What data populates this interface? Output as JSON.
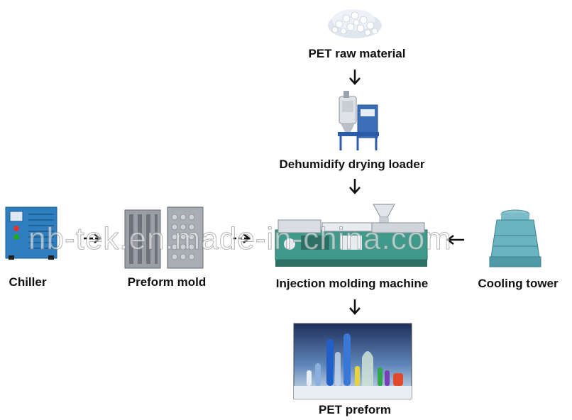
{
  "nodes": {
    "raw_material": {
      "label": "PET raw material"
    },
    "dryer": {
      "label": "Dehumidify drying loader"
    },
    "injection": {
      "label": "Injection molding machine"
    },
    "chiller": {
      "label": "Chiller"
    },
    "mold": {
      "label": "Preform mold"
    },
    "cooling": {
      "label": "Cooling tower"
    },
    "preform": {
      "label": "PET preform"
    }
  },
  "watermark": "nb-tek.en.made-in-china.com",
  "colors": {
    "arrow": "#111111",
    "machine_green": "#3f9a8c",
    "chiller_blue": "#2f7fc0",
    "tower_teal": "#6ab3c0"
  },
  "icons": [
    "raw-pellets-image",
    "dryer-image",
    "chiller-image",
    "mold-image",
    "injection-machine-image",
    "cooling-tower-image",
    "preform-image"
  ]
}
